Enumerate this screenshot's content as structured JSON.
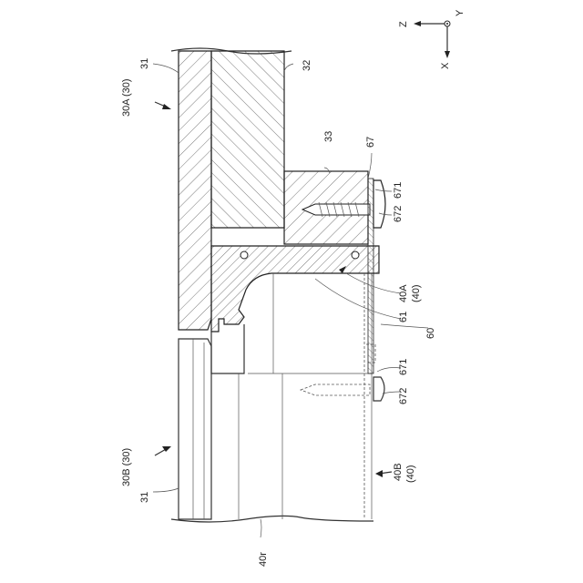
{
  "axes": {
    "z": "Z",
    "y": "Y",
    "x": "X"
  },
  "labels": {
    "l31_top": "31",
    "l30a": "30A (30)",
    "l32": "32",
    "l33": "33",
    "l67": "67",
    "l671_top": "671",
    "l672_top": "672",
    "l40a": "40A",
    "l40a_sub": "(40)",
    "l61": "61",
    "l60": "60",
    "l671_bot": "671",
    "l672_bot": "672",
    "l30b": "30B (30)",
    "l31_bot": "31",
    "l40b": "40B",
    "l40b_sub": "(40)",
    "l40r": "40r"
  }
}
